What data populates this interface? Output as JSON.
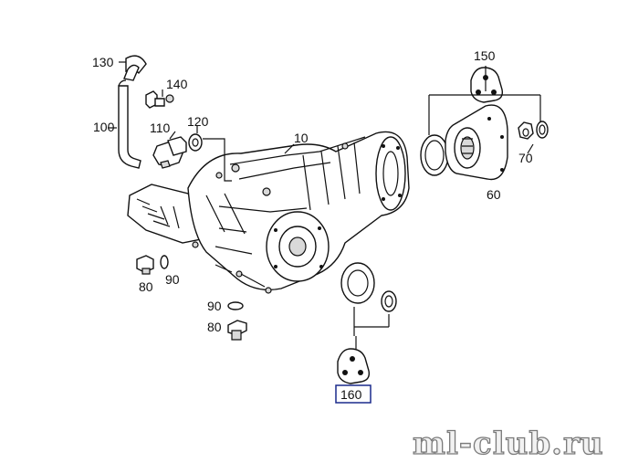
{
  "labels": {
    "p130": "130",
    "p140": "140",
    "p100": "100",
    "p110": "110",
    "p120": "120",
    "p10": "10",
    "p150": "150",
    "p70": "70",
    "p60": "60",
    "p80a": "80",
    "p90a": "90",
    "p90b": "90",
    "p80b": "80",
    "p160": "160"
  },
  "watermark": "ml-club.ru",
  "colors": {
    "line": "#111111",
    "highlight_box": "#1a2a8c",
    "watermark_fill": "#f2f2f2",
    "watermark_stroke": "#7a7a7a"
  }
}
